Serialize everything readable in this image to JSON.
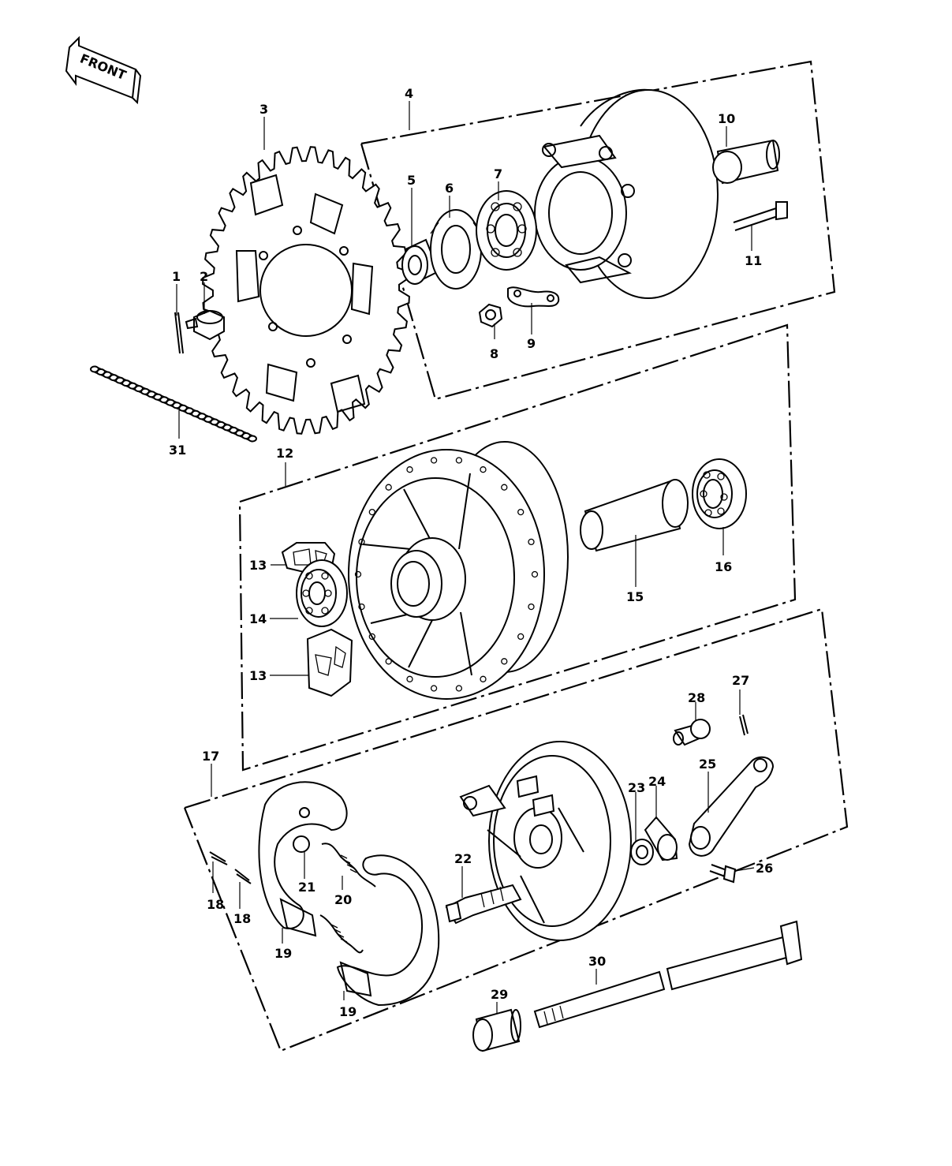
{
  "front_arrow": {
    "label": "FRONT"
  },
  "callouts": [
    {
      "id": "1",
      "text": "1"
    },
    {
      "id": "2",
      "text": "2"
    },
    {
      "id": "3",
      "text": "3"
    },
    {
      "id": "4",
      "text": "4"
    },
    {
      "id": "5",
      "text": "5"
    },
    {
      "id": "6",
      "text": "6"
    },
    {
      "id": "7",
      "text": "7"
    },
    {
      "id": "8",
      "text": "8"
    },
    {
      "id": "9",
      "text": "9"
    },
    {
      "id": "10",
      "text": "10"
    },
    {
      "id": "11",
      "text": "11"
    },
    {
      "id": "12",
      "text": "12"
    },
    {
      "id": "13a",
      "text": "13"
    },
    {
      "id": "13b",
      "text": "13"
    },
    {
      "id": "14",
      "text": "14"
    },
    {
      "id": "15",
      "text": "15"
    },
    {
      "id": "16",
      "text": "16"
    },
    {
      "id": "17",
      "text": "17"
    },
    {
      "id": "18a",
      "text": "18"
    },
    {
      "id": "18b",
      "text": "18"
    },
    {
      "id": "19a",
      "text": "19"
    },
    {
      "id": "19b",
      "text": "19"
    },
    {
      "id": "20",
      "text": "20"
    },
    {
      "id": "21",
      "text": "21"
    },
    {
      "id": "22",
      "text": "22"
    },
    {
      "id": "23",
      "text": "23"
    },
    {
      "id": "24",
      "text": "24"
    },
    {
      "id": "25",
      "text": "25"
    },
    {
      "id": "26",
      "text": "26"
    },
    {
      "id": "27",
      "text": "27"
    },
    {
      "id": "28",
      "text": "28"
    },
    {
      "id": "29",
      "text": "29"
    },
    {
      "id": "30",
      "text": "30"
    },
    {
      "id": "31",
      "text": "31"
    }
  ]
}
